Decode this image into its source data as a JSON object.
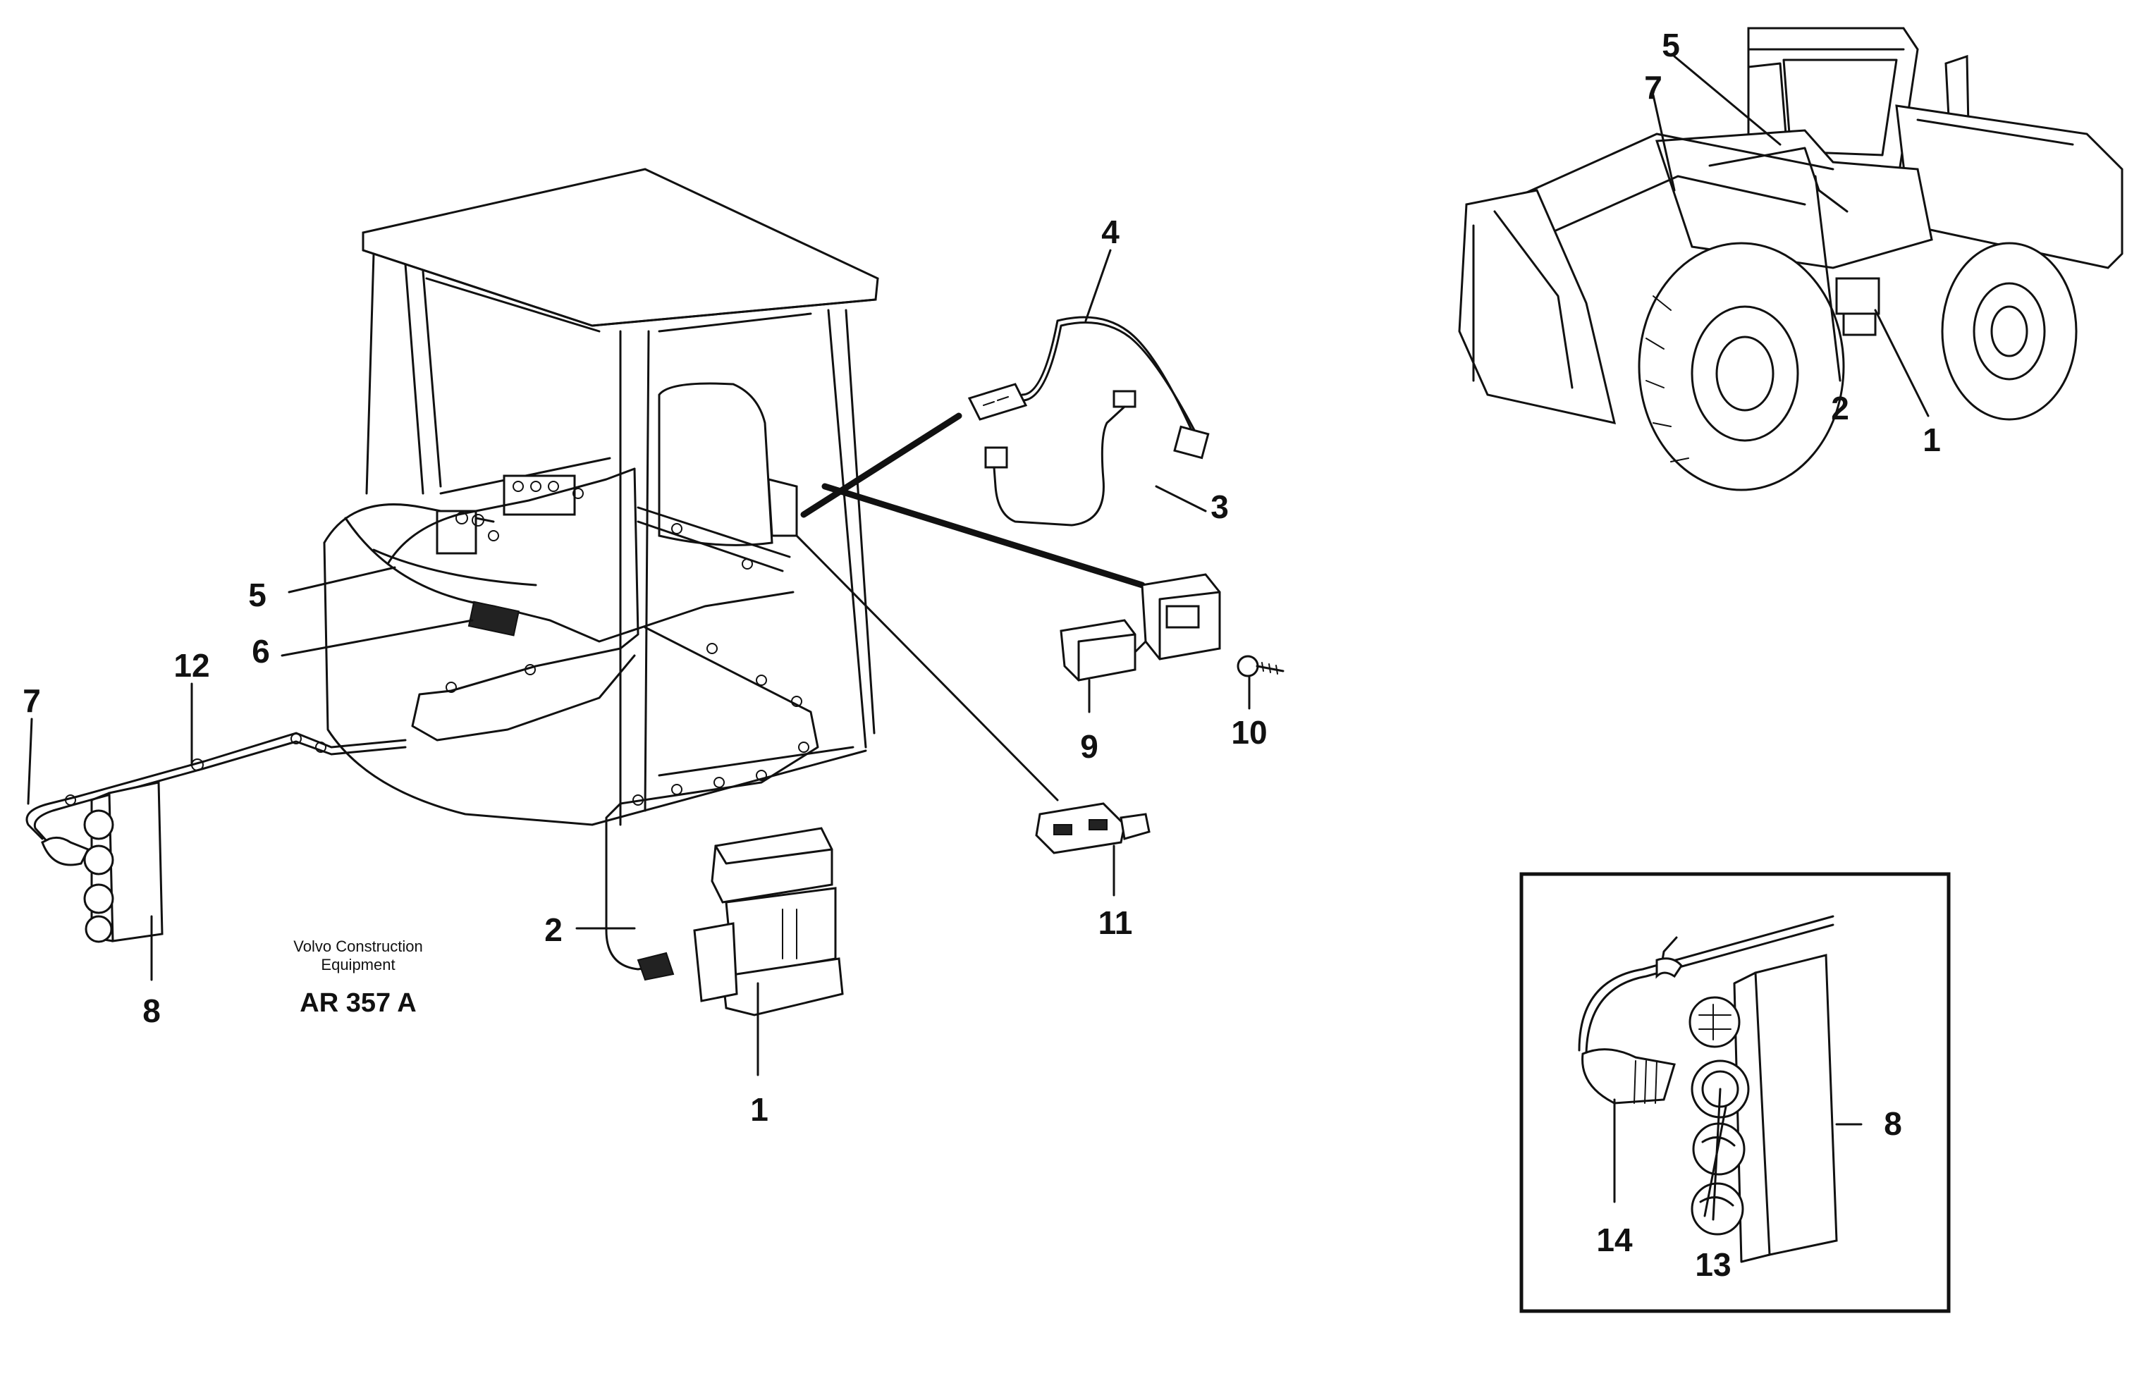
{
  "credit": {
    "line1": "Volvo Construction",
    "line2": "Equipment",
    "code": "AR 357 A"
  },
  "main_callouts": {
    "c1": "1",
    "c2": "2",
    "c3": "3",
    "c4": "4",
    "c5": "5",
    "c6": "6",
    "c7": "7",
    "c8": "8",
    "c9": "9",
    "c10": "10",
    "c11": "11",
    "c12": "12"
  },
  "loader_callouts": {
    "c1": "1",
    "c2": "2",
    "c5": "5",
    "c7": "7"
  },
  "detail_callouts": {
    "c8": "8",
    "c13": "13",
    "c14": "14"
  }
}
